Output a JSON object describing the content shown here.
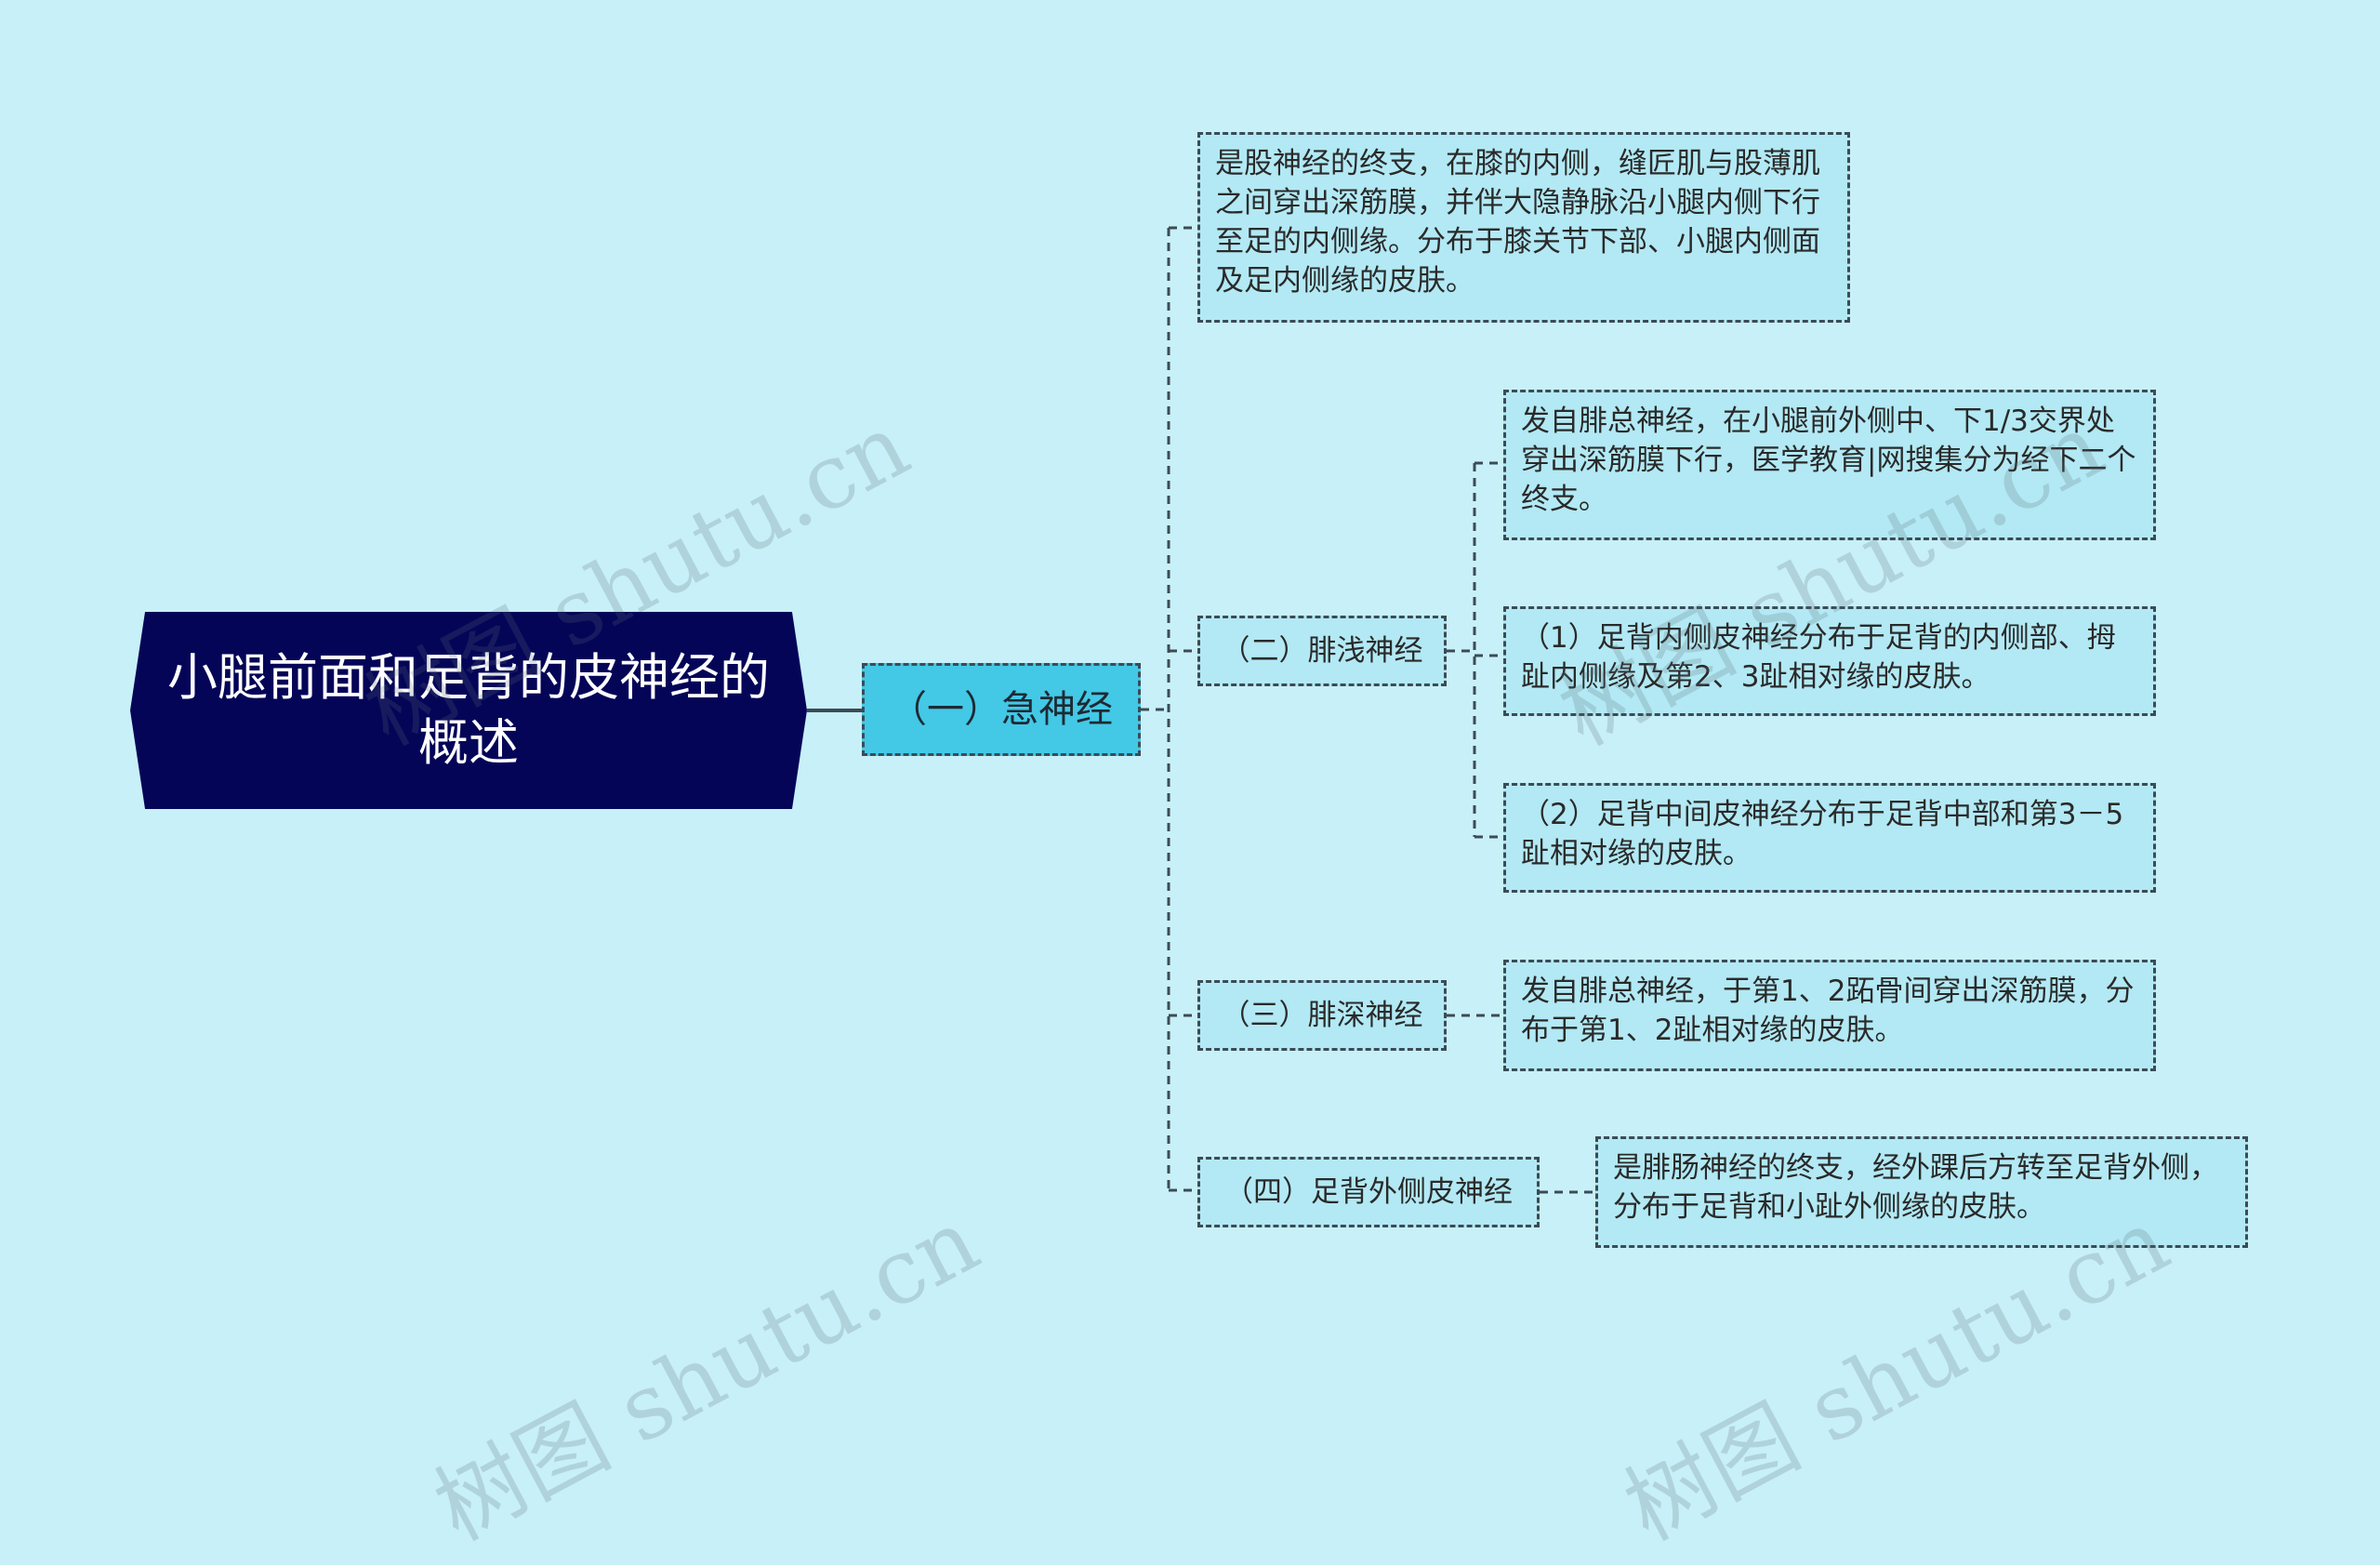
{
  "root": {
    "label": "小腿前面和足背的皮神经的概述"
  },
  "level1": {
    "label": "（一）急神经"
  },
  "branches": {
    "b1_text": "是股神经的终支，在膝的内侧，缝匠肌与股薄肌之间穿出深筋膜，并伴大隐静脉沿小腿内侧下行至足的内侧缘。分布于膝关节下部、小腿内侧面及足内侧缘的皮肤。",
    "b2_label": "（二）腓浅神经",
    "b2_text1": "发自腓总神经，在小腿前外侧中、下1/3交界处穿出深筋膜下行，医学教育|网搜集分为经下二个终支。",
    "b2_text2": "（1）足背内侧皮神经分布于足背的内侧部、拇趾内侧缘及第2、3趾相对缘的皮肤。",
    "b2_text3": "（2）足背中间皮神经分布于足背中部和第3－5趾相对缘的皮肤。",
    "b3_label": "（三）腓深神经",
    "b3_text": "发自腓总神经，于第1、2跖骨间穿出深筋膜，分布于第1、2趾相对缘的皮肤。",
    "b4_label": "（四）足背外侧皮神经",
    "b4_text": "是腓肠神经的终支，经外踝后方转至足背外侧，分布于足背和小趾外侧缘的皮肤。"
  },
  "watermark": {
    "text": "树图 shutu.cn"
  },
  "colors": {
    "background": "#c8f0f8",
    "root_fill": "#050558",
    "level1_fill": "#43c8e6",
    "node_fill": "#b2e9f4",
    "line": "#3c4b55"
  }
}
